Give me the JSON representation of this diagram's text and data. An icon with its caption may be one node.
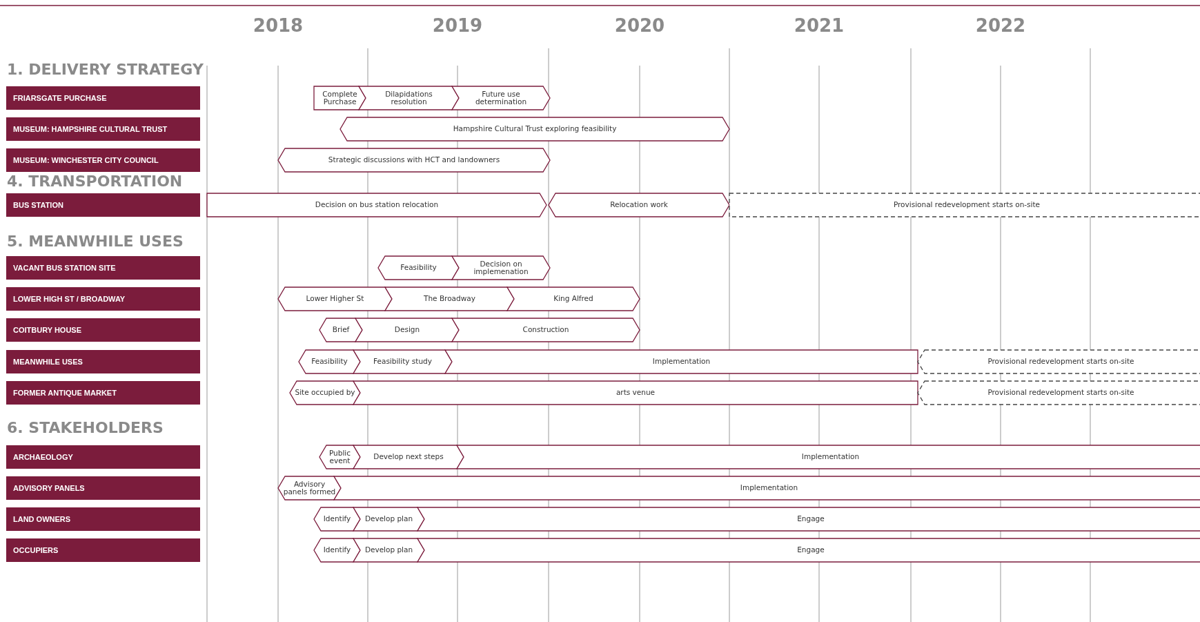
{
  "diagram": {
    "nodes": [
      {
        "text": [
          "FRIARSGATE PURCHASE"
        ]
      },
      {
        "text": [
          "Complete Purchase"
        ]
      },
      {
        "text": [
          "Dilapidations resolution"
        ]
      },
      {
        "text": [
          "Future use determination"
        ]
      },
      {
        "text": [
          "MUSEUM: HAMPSHIRE CULTURAL TRUST"
        ]
      },
      {
        "text": [
          "Hampshire Cultural Trust exploring feasibility"
        ]
      },
      {
        "text": [
          "MUSEUM: WINCHESTER CITY COUNCIL"
        ]
      },
      {
        "text": [
          "Strategic discussions with HCT and landowners"
        ]
      },
      {
        "text": [
          "BUS STATION"
        ]
      },
      {
        "text": [
          "Decision on bus station relocation"
        ]
      },
      {
        "text": [
          "Relocation work"
        ]
      },
      {
        "text": [
          "Provisional redevelopment starts on-site"
        ]
      },
      {
        "text": [
          "VACANT BUS STATION SITE"
        ]
      },
      {
        "text": [
          "Feasibility"
        ]
      },
      {
        "text": [
          "Decision on implemenation"
        ]
      },
      {
        "text": [
          "LOWER HIGH ST / BROADWAY"
        ]
      },
      {
        "text": [
          "Lower Higher St"
        ]
      },
      {
        "text": [
          "The Broadway"
        ]
      },
      {
        "text": [
          "King Alfred"
        ]
      },
      {
        "text": [
          "COITBURY HOUSE"
        ]
      },
      {
        "text": [
          "Brief"
        ]
      },
      {
        "text": [
          "Design"
        ]
      },
      {
        "text": [
          "Construction"
        ]
      },
      {
        "text": [
          "MEANWHILE USES"
        ]
      },
      {
        "text": [
          "Feasibility"
        ]
      },
      {
        "text": [
          "Feasibility study"
        ]
      },
      {
        "text": [
          "Implementation"
        ]
      },
      {
        "text": [
          "Provisional redevelopment starts on-site"
        ]
      },
      {
        "text": [
          "FORMER ANTIQUE MARKET"
        ]
      },
      {
        "text": [
          "Site occupied by"
        ]
      },
      {
        "text": [
          "arts venue"
        ]
      },
      {
        "text": [
          "Provisional redevelopment starts on-site"
        ]
      },
      {
        "text": [
          "ARCHAEOLOGY"
        ]
      },
      {
        "text": [
          "Public event"
        ]
      },
      {
        "text": [
          "Develop next steps"
        ]
      },
      {
        "text": [
          "Implementation"
        ]
      },
      {
        "text": [
          "ADVISORY PANELS"
        ]
      },
      {
        "text": [
          "Advisory panels formed"
        ]
      },
      {
        "text": [
          "Implementation"
        ]
      },
      {
        "text": [
          "LAND OWNERS"
        ]
      },
      {
        "text": [
          "Identify"
        ]
      },
      {
        "text": [
          "Develop plan"
        ]
      },
      {
        "text": [
          "Engage"
        ]
      },
      {
        "text": [
          "OCCUPIERS"
        ]
      },
      {
        "text": [
          "Identify"
        ]
      },
      {
        "text": [
          "Develop plan"
        ]
      },
      {
        "text": [
          "Engage"
        ]
      }
    ],
    "edges": [],
    "labels": [
      "2018",
      "2019",
      "2020",
      "2021",
      "2022",
      "1. DELIVERY STRATEGY",
      "4. TRANSPORTATION",
      "5. MEANWHILE USES",
      "6. STAKEHOLDERS"
    ]
  }
}
